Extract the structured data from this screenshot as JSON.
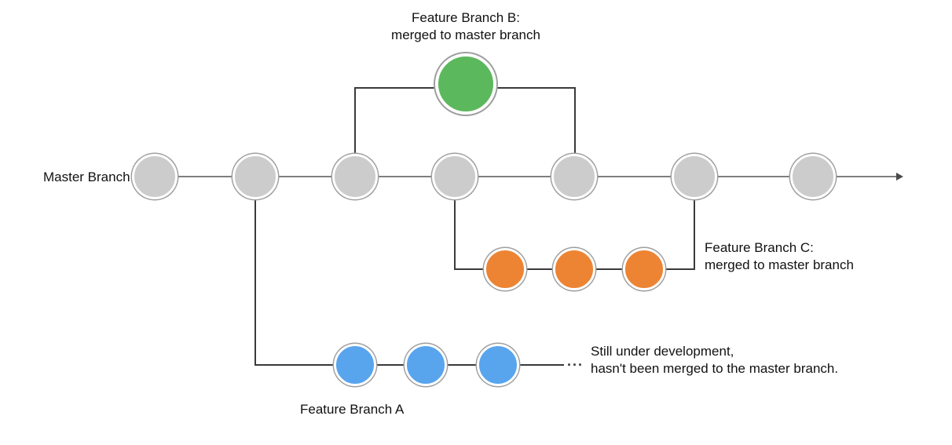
{
  "labels": {
    "master_branch": "Master Branch",
    "feature_b_line1": "Feature Branch B:",
    "feature_b_line2": "merged to master branch",
    "feature_c_line1": "Feature Branch C:",
    "feature_c_line2": "merged to master branch",
    "feature_a": "Feature Branch A",
    "status_line1": "Still under development,",
    "status_line2": "hasn't been merged to the master branch.",
    "ellipsis": "..."
  },
  "branches": {
    "master": {
      "name": "Master Branch",
      "commit_count": 7,
      "node_color": "#cccccc"
    },
    "feature_b": {
      "name": "Feature Branch B",
      "commit_count": 1,
      "node_color": "#5cb85c",
      "status": "merged to master branch"
    },
    "feature_c": {
      "name": "Feature Branch C",
      "commit_count": 3,
      "node_color": "#ed8433",
      "status": "merged to master branch"
    },
    "feature_a": {
      "name": "Feature Branch A",
      "commit_count": 3,
      "node_color": "#58a5ee",
      "status": "Still under development, hasn't been merged to the master branch."
    }
  },
  "colors": {
    "background": "#ffffff",
    "text": "#111111",
    "master_node": "#cccccc",
    "node_ring": "#9e9e9e",
    "feature_b_node": "#5cb85c",
    "feature_c_node": "#ed8433",
    "feature_a_node": "#58a5ee",
    "master_line": "#7f7f7f",
    "branch_line": "#3a3a3a",
    "arrowhead": "#4a4a4a"
  }
}
